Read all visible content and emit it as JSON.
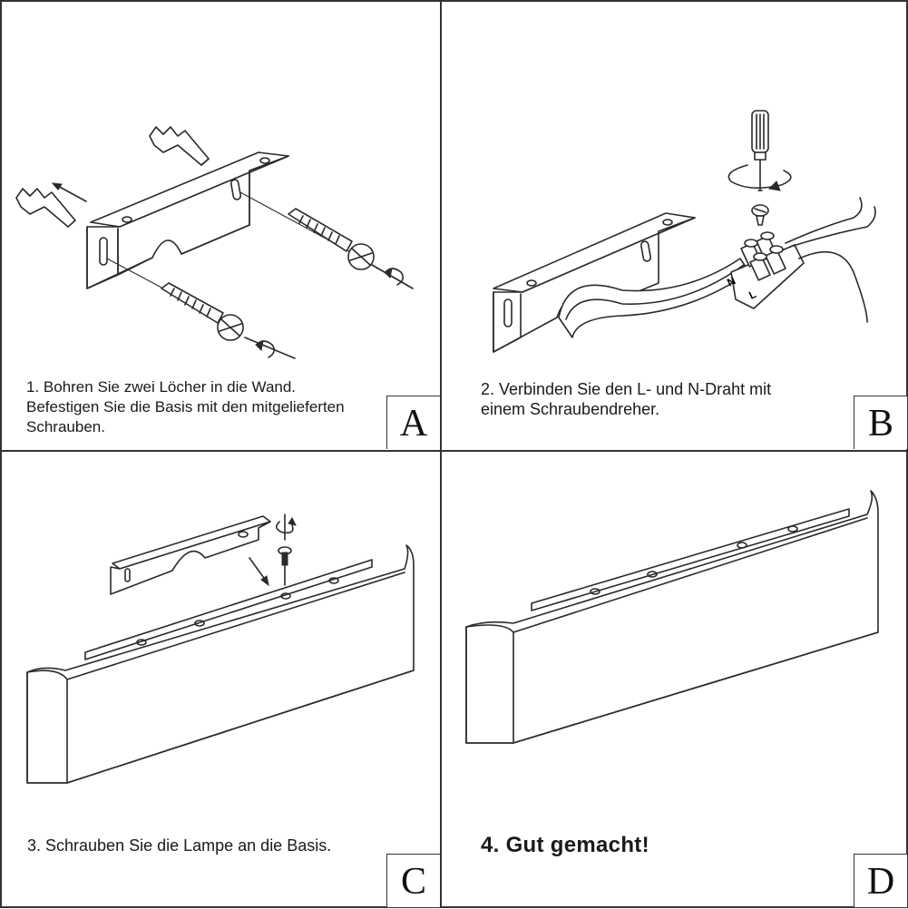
{
  "steps": [
    {
      "letter": "A",
      "text": "1. Bohren Sie zwei Löcher in die Wand.\nBefestigen Sie die Basis mit den mitgelieferten\nSchrauben."
    },
    {
      "letter": "B",
      "text": "2. Verbinden Sie den L- und N-Draht mit\neinem Schraubendreher."
    },
    {
      "letter": "C",
      "text": "3. Schrauben Sie die Lampe an die Basis."
    },
    {
      "letter": "D",
      "text": "4. Gut gemacht!"
    }
  ],
  "terminal_labels": {
    "n": "N",
    "l": "L"
  }
}
